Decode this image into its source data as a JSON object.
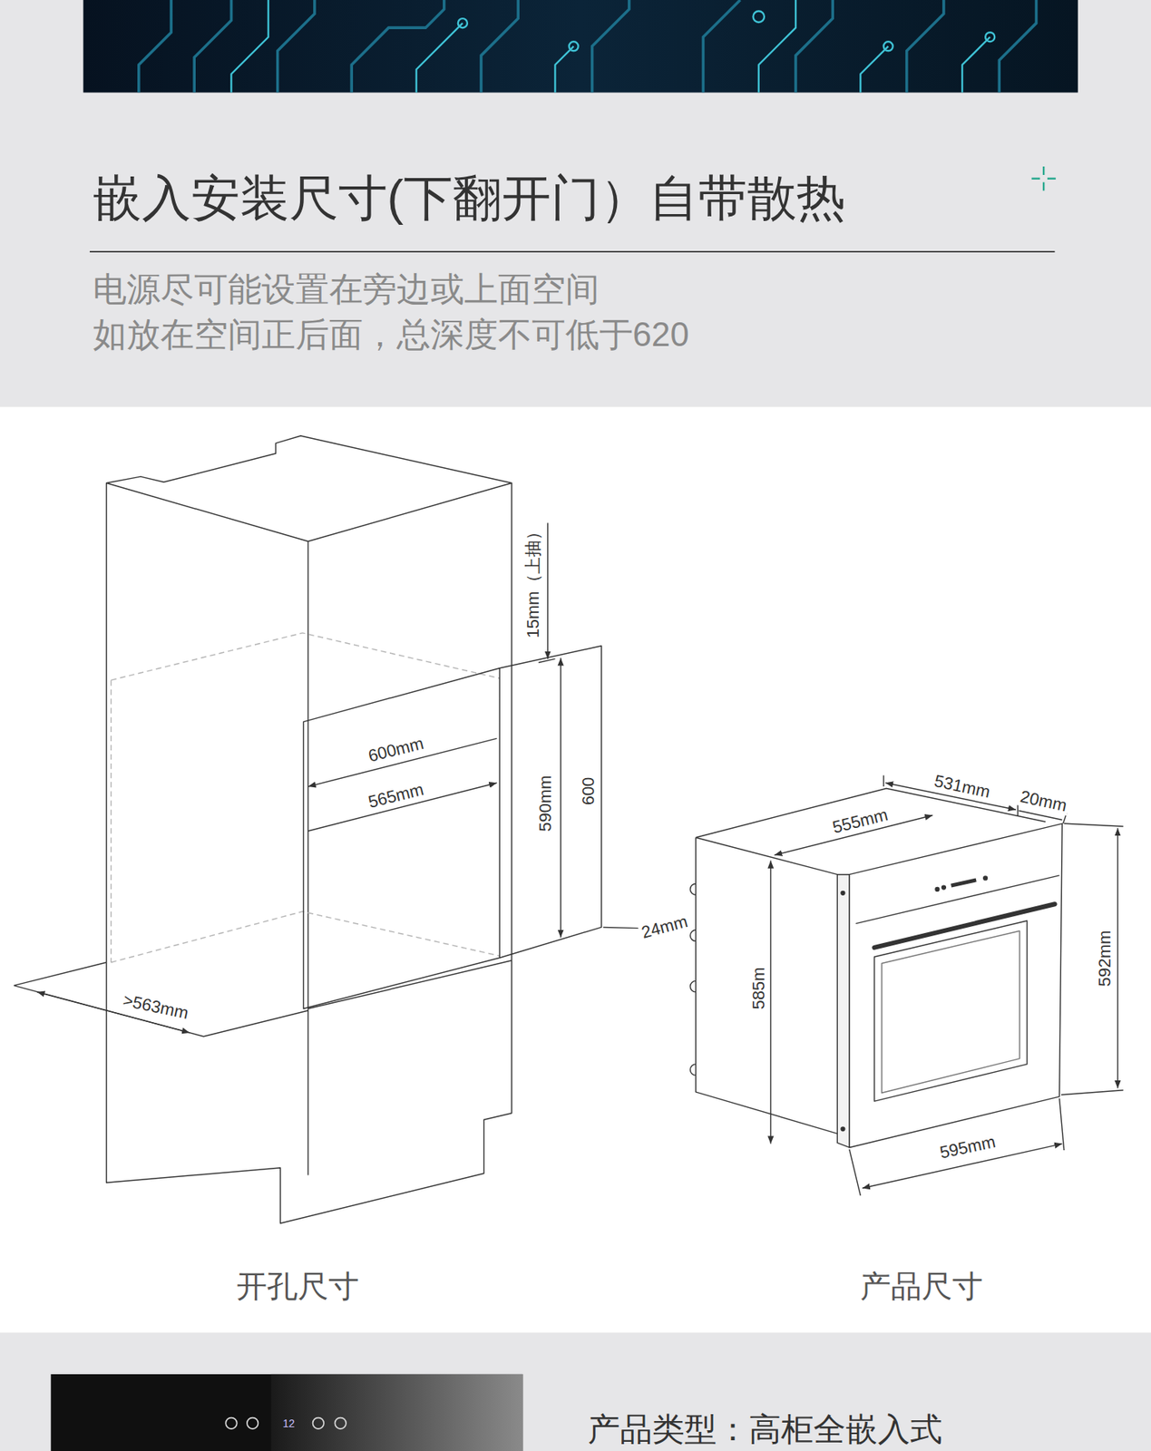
{
  "diagram": {
    "title": "嵌入安装尺寸(下翻开门）自带散热",
    "labels": [
      "电源尽可能设置在旁边或上面空间",
      "如放在空间正后面，总深度不可低于620",
      "15mm（上抽）",
      "600mm",
      "565mm",
      "590mm",
      "600",
      "24mm",
      ">563mm",
      "531mm",
      "20mm",
      "555mm",
      "585m",
      "592mm",
      "595mm",
      "开孔尺寸",
      "产品尺寸",
      "产品类型：高柜全嵌入式",
      "12"
    ]
  }
}
